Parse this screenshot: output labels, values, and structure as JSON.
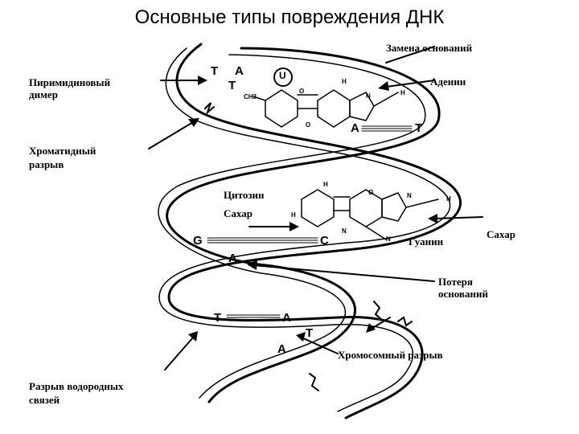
{
  "title": "Основные типы повреждения ДНК",
  "labels": {
    "base_substitution": "Замена оснований",
    "pyrimidine_dimer_1": "Пиримидиновый",
    "pyrimidine_dimer_2": "димер",
    "adenine": "Аденин",
    "chromatid_break_1": "Хроматидный",
    "chromatid_break_2": "разрыв",
    "cytosine": "Цитозин",
    "sugar_left": "Сахар",
    "sugar_right": "Сахар",
    "guanine": "Гуанин",
    "base_loss_1": "Потеря",
    "base_loss_2": "оснований",
    "chromosome_break": "Хромосомный разрыв",
    "hbond_break_1": "Разрыв водородных",
    "hbond_break_2": "связей"
  },
  "bases": {
    "t1": "T",
    "a1": "A",
    "t2": "T",
    "u": "U",
    "a_pair": "A",
    "t_pair": "T",
    "g": "G",
    "c": "C",
    "a_lost": "A",
    "t_low": "T",
    "a_low": "A",
    "t_low2": "T",
    "a_bottom": "A"
  },
  "atoms": {
    "ch3": "CH3",
    "h": "H",
    "n": "N",
    "o": "O"
  }
}
